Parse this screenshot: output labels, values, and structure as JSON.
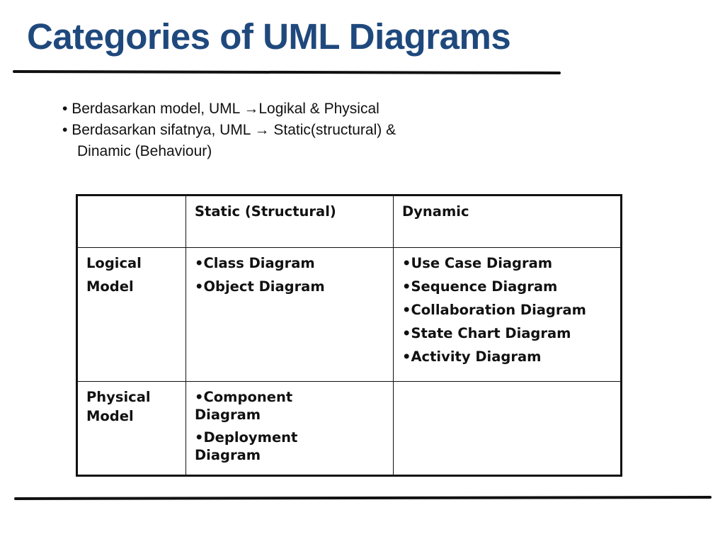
{
  "slide": {
    "title": "Categories of UML Diagrams",
    "bullets": [
      {
        "marker": "•",
        "text_before": "Berdasarkan model, UML ",
        "arrow": "→",
        "text_after": "Logikal & Physical"
      },
      {
        "marker": "•",
        "text_before": "Berdasarkan sifatnya, UML ",
        "arrow": "→",
        "text_after": " Static(structural) &",
        "continuation": "Dinamic (Behaviour)"
      }
    ],
    "table": {
      "headers": [
        "",
        "Static (Structural)",
        "Dynamic"
      ],
      "rows": [
        {
          "label_lines": [
            "Logical",
            "Model"
          ],
          "static": [
            "•Class Diagram",
            "•Object Diagram"
          ],
          "dynamic": [
            "•Use Case Diagram",
            "•Sequence Diagram",
            "•Collaboration Diagram",
            "•State Chart Diagram",
            "•Activity Diagram"
          ]
        },
        {
          "label_lines": [
            "Physical",
            "Model"
          ],
          "static": [
            "•Component Diagram",
            "•Deployment Diagram"
          ],
          "dynamic": []
        }
      ]
    },
    "colors": {
      "title": "#1F497D",
      "text": "#111111",
      "rule": "#111111"
    }
  }
}
